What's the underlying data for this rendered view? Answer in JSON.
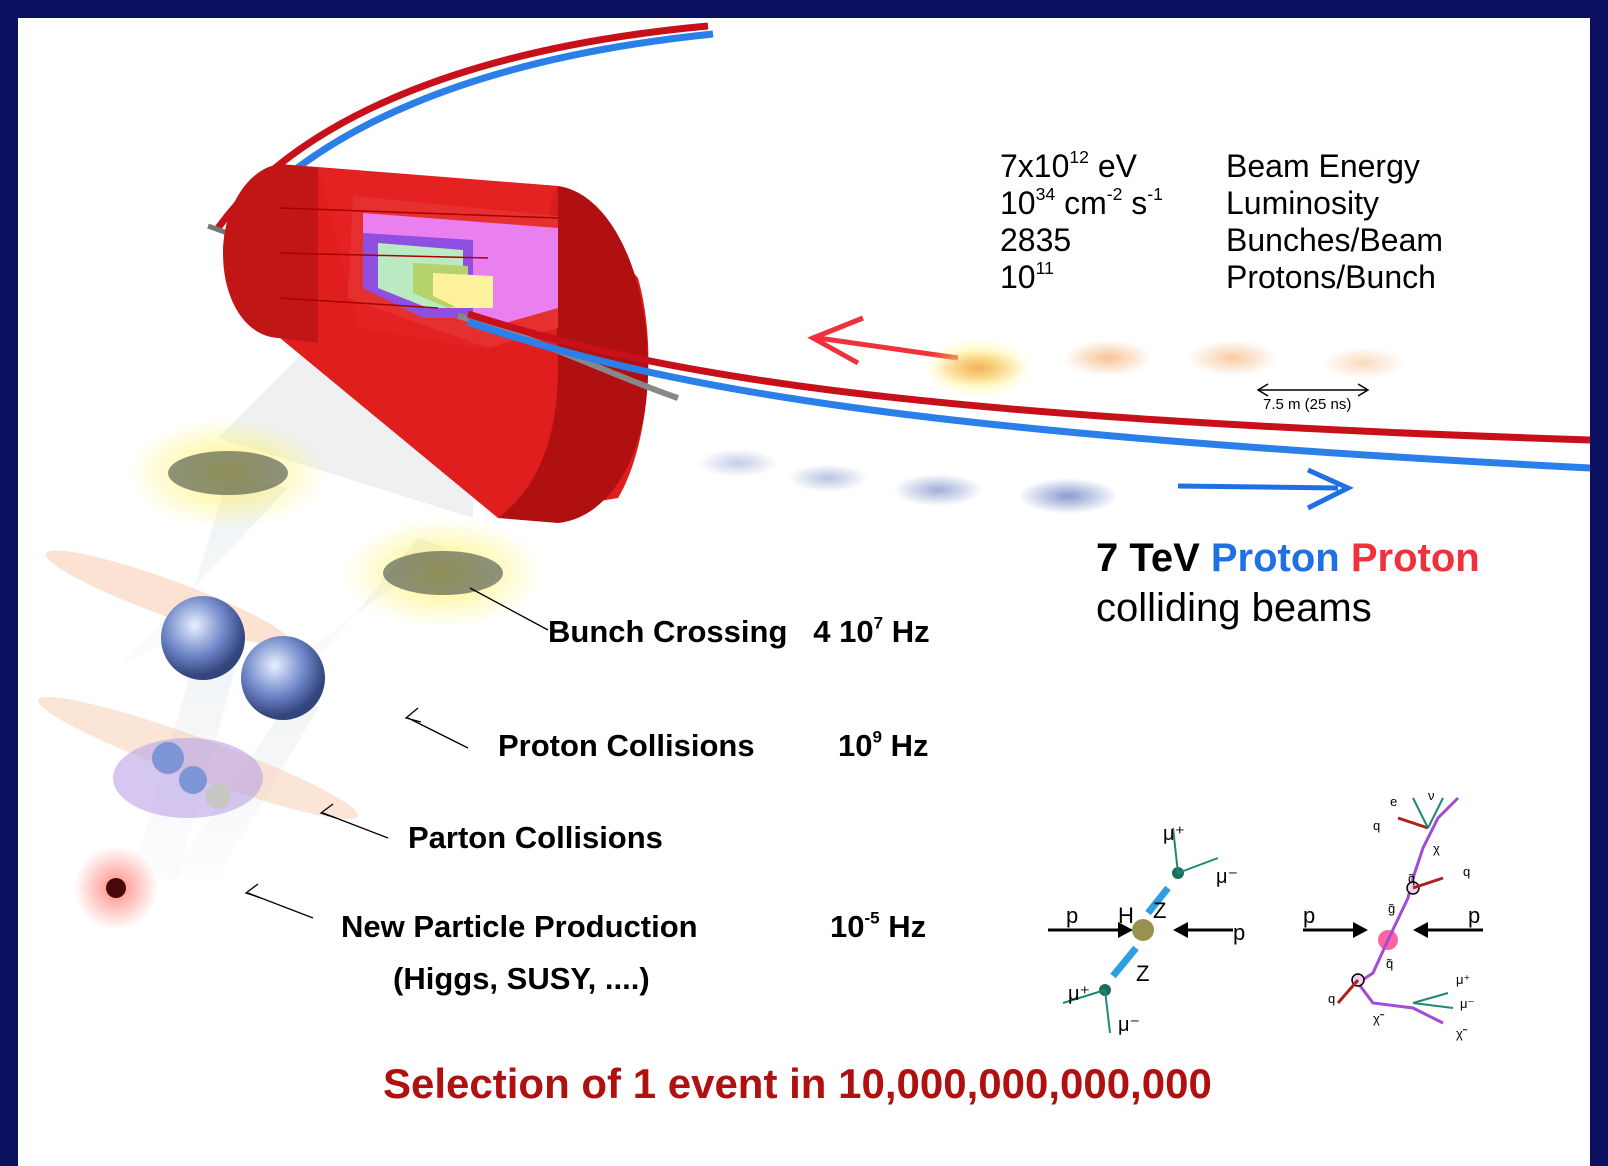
{
  "stats": [
    {
      "value": "7x10",
      "exp": "12",
      "unit": " eV",
      "label": "Beam Energy"
    },
    {
      "value": "10",
      "exp": "34",
      "unit": " cm",
      "exp2": "-2",
      "unit2": " s",
      "exp3": "-1",
      "label": "Luminosity"
    },
    {
      "value": "2835",
      "label": "Bunches/Beam"
    },
    {
      "value": "10",
      "exp": "11",
      "label": "Protons/Bunch"
    }
  ],
  "spacing_label": "7.5 m  (25 ns)",
  "headline": {
    "energy": "7 TeV",
    "beam1": "Proton",
    "beam2": "Proton",
    "line2": "colliding beams",
    "color_beam1": "#1f6fe5",
    "color_beam2": "#f0303a"
  },
  "stages": {
    "bunch": {
      "label": "Bunch Crossing",
      "rate": "4 10",
      "exp": "7",
      "unit": " Hz"
    },
    "proton": {
      "label": "Proton Collisions",
      "rate": "10",
      "exp": "9",
      "unit": " Hz"
    },
    "parton": {
      "label": "Parton Collisions"
    },
    "newparticle": {
      "label": "New Particle Production",
      "rate": "10",
      "exp": "-5",
      "unit": "  Hz",
      "sublabel": "(Higgs, SUSY, ....)"
    }
  },
  "feynman_higgs": {
    "p_left": "p",
    "p_right": "p",
    "h": "H",
    "z1": "Z",
    "z2": "Z",
    "mu1": "μ⁺",
    "mu2": "μ⁻",
    "mu3": "μ⁺",
    "mu4": "μ⁻"
  },
  "feynman_susy": {
    "p_left": "p",
    "p_right": "p",
    "labels": [
      "e",
      "ν",
      "q",
      "χ",
      "q",
      "q̃",
      "g̃",
      "q̃",
      "q",
      "χ̃",
      "μ⁺",
      "μ⁻",
      "χ̃"
    ]
  },
  "footer": {
    "text": "Selection of 1 event in 10,000,000,000,000",
    "color": "#b01010"
  },
  "colors": {
    "frame": "#0a0f5e",
    "detector_red": "#e01e1e",
    "beam_red": "#c8101a",
    "beam_blue": "#2a7fe8"
  }
}
